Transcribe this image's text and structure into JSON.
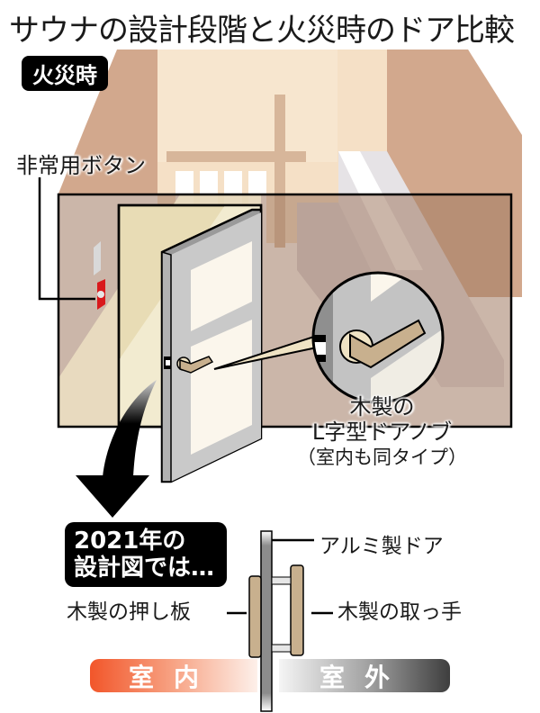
{
  "title": "サウナの設計段階と火災時のドア比較",
  "fire_badge": "火災時",
  "labels": {
    "emergency_button": "非常用ボタン",
    "knob_line1": "木製の",
    "knob_line2": "L字型ドアノブ",
    "knob_line3": "（室内も同タイプ）",
    "plan_line1": "2021年の",
    "plan_line2": "設計図では…",
    "push_plate": "木製の押し板",
    "aluminum_door": "アルミ製ドア",
    "wood_handle": "木製の取っ手"
  },
  "sides": {
    "inside": "室内",
    "outside": "室外"
  },
  "colors": {
    "wall_dark": "#b08b73",
    "wall_light": "#d2a88d",
    "ceiling": "#f5e0c6",
    "door_frame": "#c9c9c9",
    "door_glass": "#fbf6ec",
    "wood": "#c8b08e",
    "emergency_red": "#d9191c",
    "inside_accent": "#f2562a",
    "outside_accent": "#3e3e3e"
  }
}
